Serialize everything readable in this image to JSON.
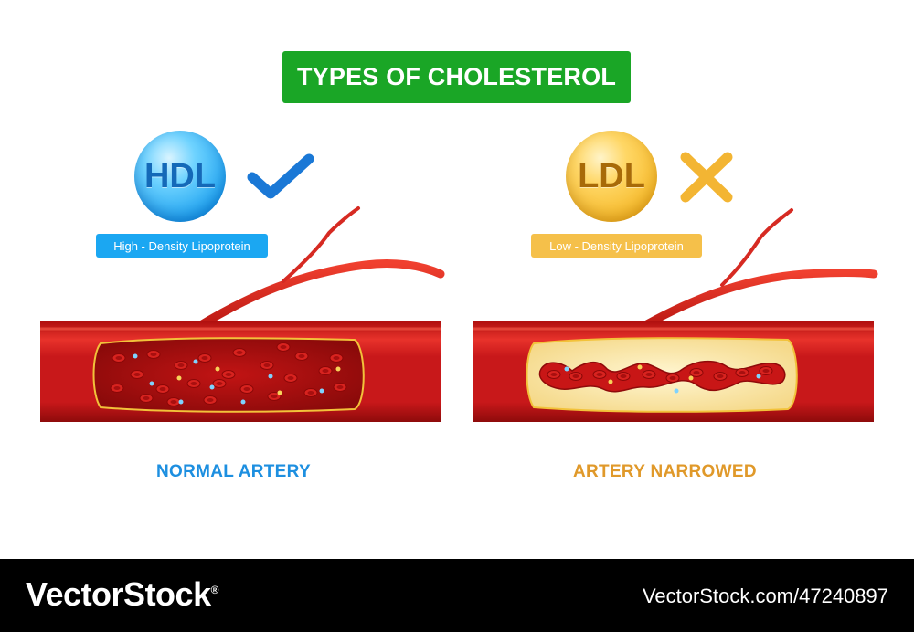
{
  "title": "TYPES OF CHOLESTEROL",
  "hdl": {
    "label": "HDL",
    "description": "High - Density Lipoprotein",
    "caption": "NORMAL ARTERY",
    "icon": "check-icon",
    "color": "#1ba7f2"
  },
  "ldl": {
    "label": "LDL",
    "description": "Low - Density Lipoprotein",
    "caption": "ARTERY NARROWED",
    "icon": "cross-icon",
    "color": "#f5c04a"
  },
  "footer": {
    "brand": "VectorStock",
    "brand_mark": "®",
    "image_id": "VectorStock.com/47240897"
  },
  "colors": {
    "title_bg": "#1aa626",
    "artery": "#d8201e",
    "plaque": "#fbe7a6"
  }
}
